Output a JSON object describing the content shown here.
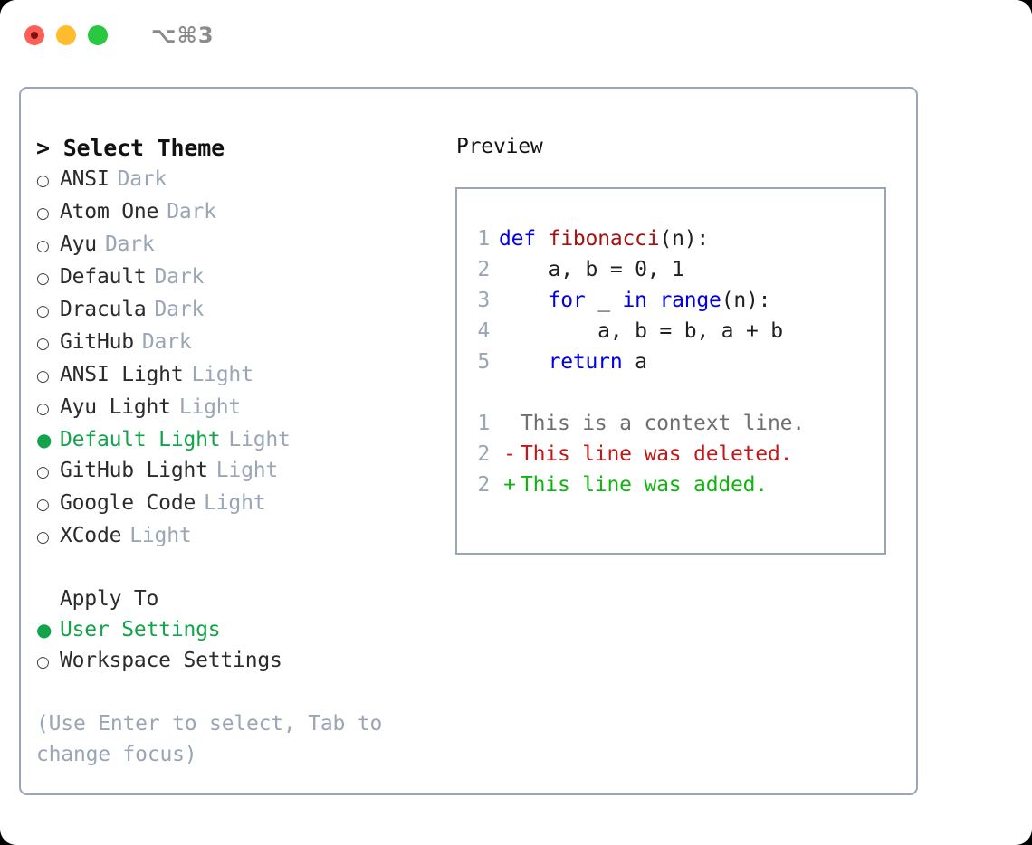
{
  "titlebar": {
    "shortcut": "⌥⌘3",
    "buttons": [
      {
        "name": "close-button",
        "color": "#ff5f57"
      },
      {
        "name": "minimize-button",
        "color": "#ffbd2e"
      },
      {
        "name": "maximize-button",
        "color": "#28c840"
      }
    ]
  },
  "theme_picker": {
    "header": "> Select Theme",
    "items": [
      {
        "marker": "○",
        "name": "ANSI",
        "tag": "Dark",
        "selected": false
      },
      {
        "marker": "○",
        "name": "Atom One",
        "tag": "Dark",
        "selected": false
      },
      {
        "marker": "○",
        "name": "Ayu",
        "tag": "Dark",
        "selected": false
      },
      {
        "marker": "○",
        "name": "Default",
        "tag": "Dark",
        "selected": false
      },
      {
        "marker": "○",
        "name": "Dracula",
        "tag": "Dark",
        "selected": false
      },
      {
        "marker": "○",
        "name": "GitHub",
        "tag": "Dark",
        "selected": false
      },
      {
        "marker": "○",
        "name": "ANSI Light",
        "tag": "Light",
        "selected": false
      },
      {
        "marker": "○",
        "name": "Ayu Light",
        "tag": "Light",
        "selected": false
      },
      {
        "marker": "●",
        "name": "Default Light",
        "tag": "Light",
        "selected": true
      },
      {
        "marker": "○",
        "name": "GitHub Light",
        "tag": "Light",
        "selected": false
      },
      {
        "marker": "○",
        "name": "Google Code",
        "tag": "Light",
        "selected": false
      },
      {
        "marker": "○",
        "name": "XCode",
        "tag": "Light",
        "selected": false
      }
    ]
  },
  "apply_to": {
    "header": "Apply To",
    "options": [
      {
        "marker": "●",
        "label": "User Settings",
        "selected": true
      },
      {
        "marker": "○",
        "label": "Workspace Settings",
        "selected": false
      }
    ]
  },
  "hint": "(Use Enter to select, Tab to change focus)",
  "preview": {
    "title": "Preview",
    "code_lines": [
      {
        "no": "1",
        "tokens": [
          {
            "t": "def",
            "c": "kw"
          },
          {
            "t": " ",
            "c": "pl"
          },
          {
            "t": "fibonacci",
            "c": "fn"
          },
          {
            "t": "(n):",
            "c": "pl"
          }
        ]
      },
      {
        "no": "2",
        "tokens": [
          {
            "t": "    a, b = 0, 1",
            "c": "pl"
          }
        ]
      },
      {
        "no": "3",
        "tokens": [
          {
            "t": "    ",
            "c": "pl"
          },
          {
            "t": "for",
            "c": "kw"
          },
          {
            "t": " _ ",
            "c": "pl"
          },
          {
            "t": "in",
            "c": "kw"
          },
          {
            "t": " ",
            "c": "pl"
          },
          {
            "t": "range",
            "c": "bi"
          },
          {
            "t": "(n):",
            "c": "pl"
          }
        ]
      },
      {
        "no": "4",
        "tokens": [
          {
            "t": "        a, b = b, a + b",
            "c": "pl"
          }
        ]
      },
      {
        "no": "5",
        "tokens": [
          {
            "t": "    ",
            "c": "pl"
          },
          {
            "t": "return",
            "c": "kw"
          },
          {
            "t": " a",
            "c": "pl"
          }
        ]
      }
    ],
    "diff_lines": [
      {
        "no": "1",
        "mark": " ",
        "text": "This is a context line.",
        "kind": "ctx"
      },
      {
        "no": "2",
        "mark": "-",
        "text": "This line was deleted.",
        "kind": "del"
      },
      {
        "no": "2",
        "mark": "+",
        "text": "This line was added.",
        "kind": "add"
      }
    ]
  },
  "colors": {
    "accent_green": "#13a34a",
    "muted": "#9aa5b5",
    "keyword_blue": "#0000e6",
    "function_red": "#a51010",
    "diff_add": "#10b510",
    "diff_del": "#c01818",
    "border": "#9aa5b5"
  }
}
